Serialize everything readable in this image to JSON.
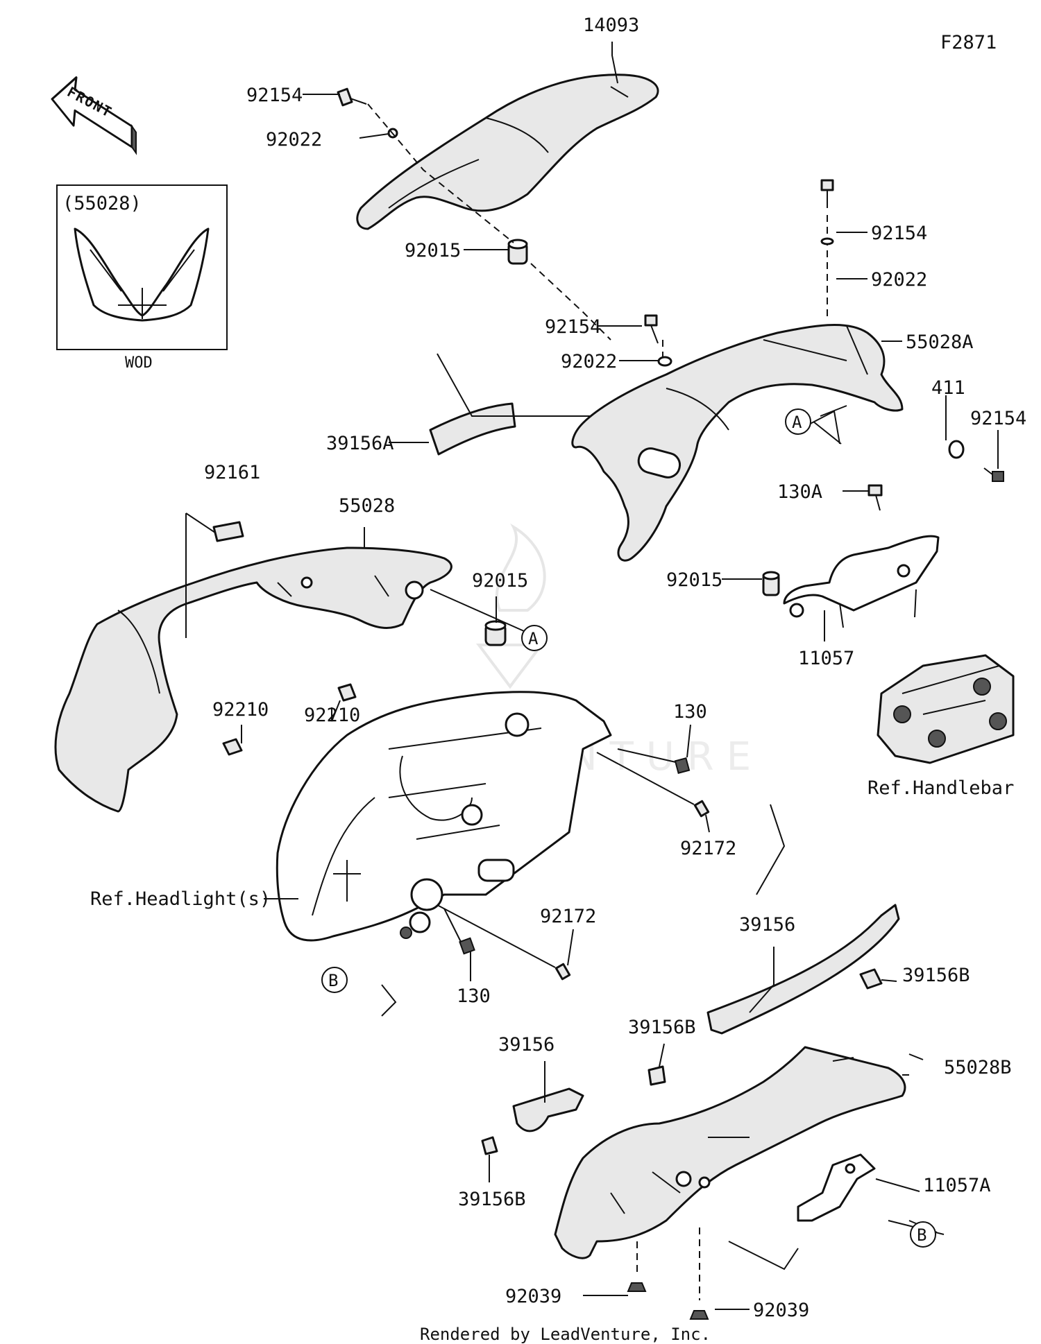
{
  "figure_code": "F2871",
  "front_label": "FRONT",
  "inset": {
    "part_ref": "(55028)",
    "variant": "WOD"
  },
  "reference_labels": {
    "headlight": "Ref.Headlight(s)",
    "handlebar": "Ref.Handlebar"
  },
  "markers": {
    "a": "A",
    "b": "B"
  },
  "parts": {
    "p14093": "14093",
    "p92154_top_left": "92154",
    "p92022_top_left": "92022",
    "p92015_top": "92015",
    "p92154_right_top": "92154",
    "p92022_right_top": "92022",
    "p92154_mid": "92154",
    "p92022_mid": "92022",
    "p55028A": "55028A",
    "p411": "411",
    "p92154_right": "92154",
    "p39156A": "39156A",
    "p130A": "130A",
    "p92161": "92161",
    "p55028": "55028",
    "p92015_left": "92015",
    "p92015_right": "92015",
    "p11057": "11057",
    "p92210_left": "92210",
    "p92210_mid": "92210",
    "p130_top": "130",
    "p92172_top": "92172",
    "p92172_bottom": "92172",
    "p130_bottom": "130",
    "p39156_top": "39156",
    "p39156B_right": "39156B",
    "p39156B_mid": "39156B",
    "p39156_left": "39156",
    "p55028B": "55028B",
    "p39156B_left": "39156B",
    "p11057A": "11057A",
    "p92039_left": "92039",
    "p92039_right": "92039"
  },
  "footer": "Rendered by LeadVenture, Inc."
}
